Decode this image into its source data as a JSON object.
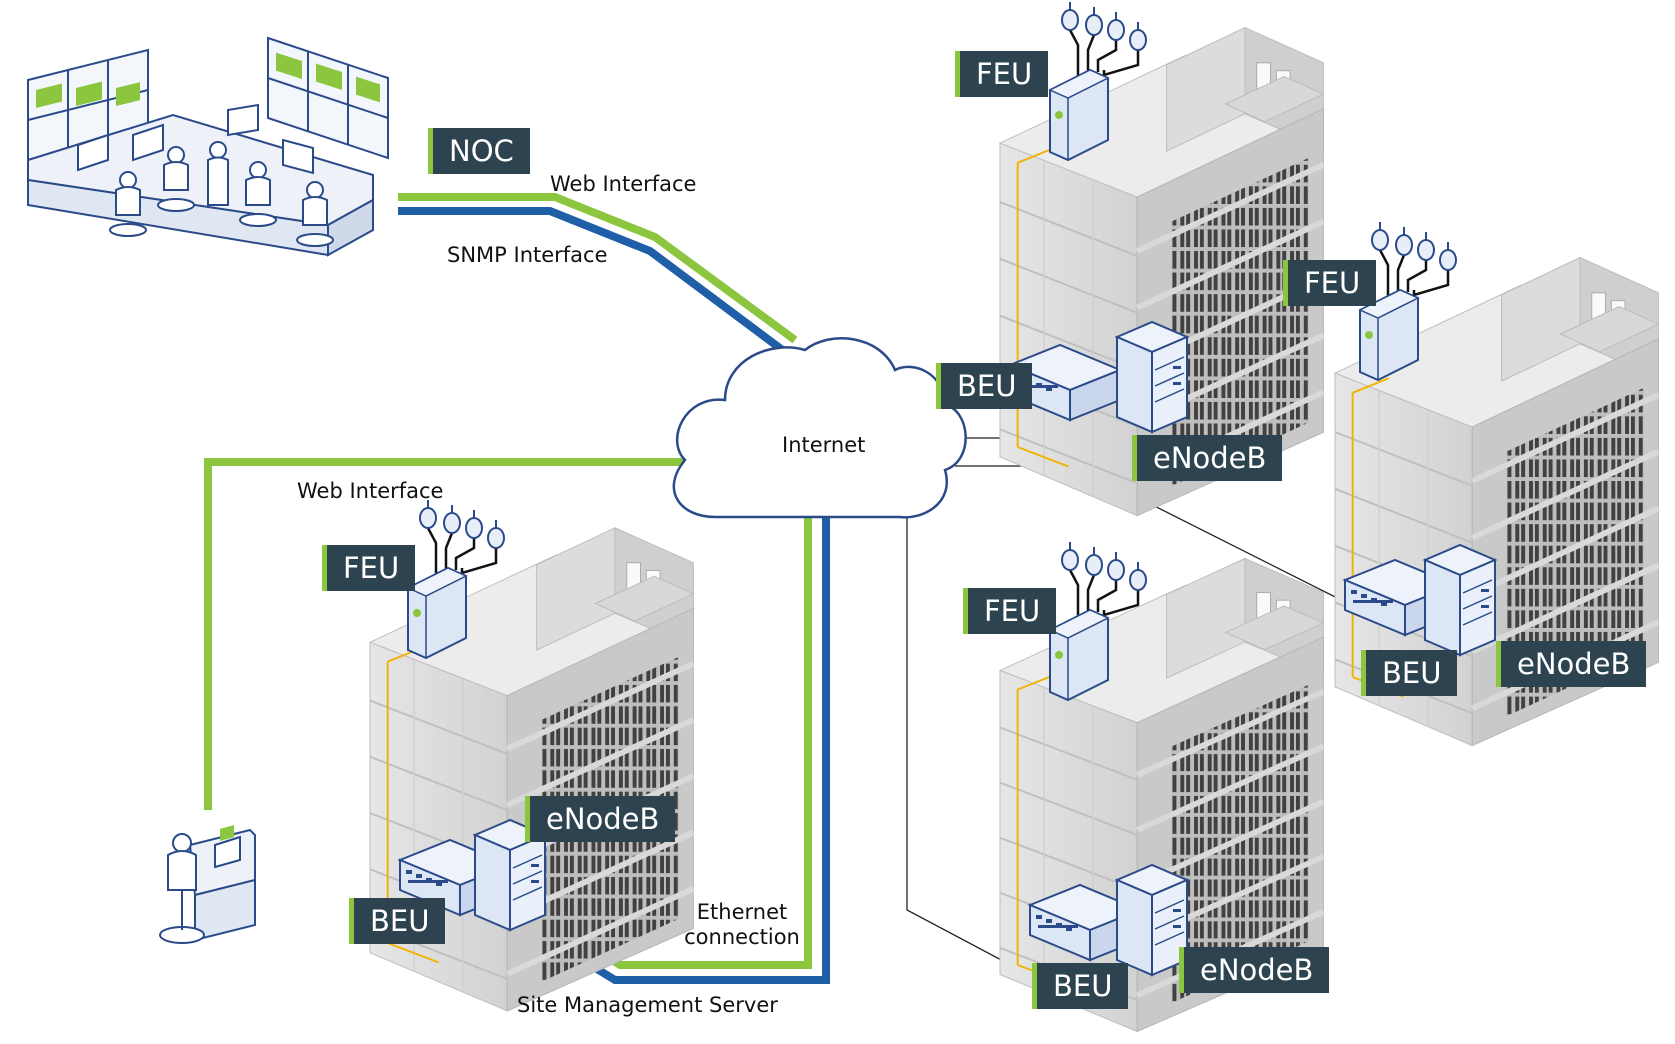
{
  "labels": {
    "noc": "NOC",
    "internet": "Internet",
    "web_interface_top": "Web Interface",
    "snmp_interface": "SNMP Interface",
    "web_interface_left": "Web Interface",
    "ethernet_line1": "Ethernet",
    "ethernet_line2": "connection",
    "site_management_server": "Site Management Server"
  },
  "sites": [
    {
      "feu": "FEU",
      "beu": "BEU",
      "enodeb": "eNodeB"
    },
    {
      "feu": "FEU",
      "beu": "BEU",
      "enodeb": "eNodeB"
    },
    {
      "feu": "FEU",
      "beu": "BEU",
      "enodeb": "eNodeB"
    },
    {
      "feu": "FEU",
      "beu": "BEU",
      "enodeb": "eNodeB"
    }
  ],
  "colors": {
    "tag_bg": "#2d4450",
    "accent_green": "#8cc63f",
    "link_blue": "#1f5fa8",
    "building_gray": "#c8c8c8",
    "equipment_blue": "#2a4a8a"
  },
  "icons": {
    "noc": "operations-center-icon",
    "cloud": "cloud-icon",
    "workstation": "single-operator-icon",
    "building": "building-icon",
    "feu": "antenna-unit-icon",
    "beu": "rack-unit-icon",
    "enodeb": "server-cabinet-icon"
  }
}
